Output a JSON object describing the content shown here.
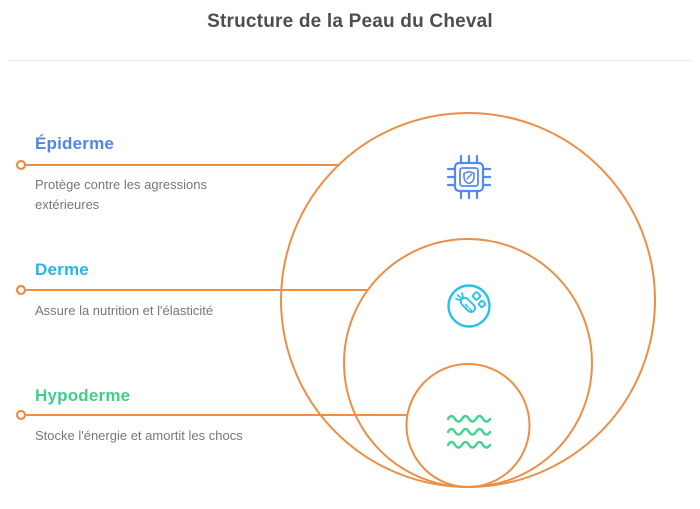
{
  "title": "Structure de la Peau du Cheval",
  "layers": [
    {
      "name": "Épiderme",
      "description": "Protège contre les agressions extérieures",
      "color": "#4E86EC",
      "icon": "chip-shield-icon"
    },
    {
      "name": "Derme",
      "description": "Assure la nutrition et l'élasticité",
      "color": "#29B5E6",
      "icon": "nutrition-icon"
    },
    {
      "name": "Hypoderme",
      "description": "Stocke l'énergie et amortit les chocs",
      "color": "#41CD8C",
      "icon": "waves-icon"
    }
  ],
  "colors": {
    "circle_outline": "#EB8F47",
    "title_text": "#4E4E4E",
    "description_text": "#74787B",
    "icon_blue": "#5588F0",
    "icon_cyan": "#29C1E8",
    "icon_green": "#47D291"
  }
}
